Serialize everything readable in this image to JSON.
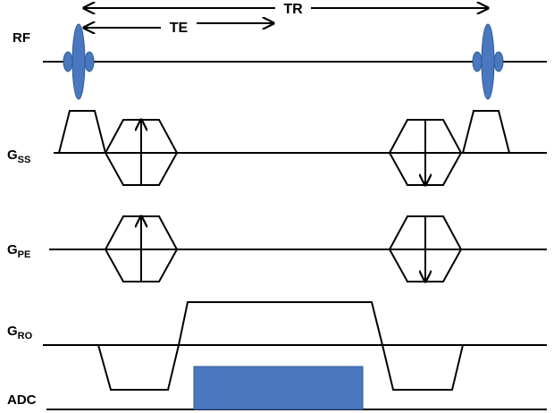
{
  "labels": {
    "rf": "RF",
    "gss_main": "G",
    "gss_sub": "SS",
    "gpe_main": "G",
    "gpe_sub": "PE",
    "gro_main": "G",
    "gro_sub": "RO",
    "adc": "ADC",
    "tr": "TR",
    "te": "TE"
  },
  "colors": {
    "pulse": "#4a78bf",
    "line": "#000000"
  }
}
